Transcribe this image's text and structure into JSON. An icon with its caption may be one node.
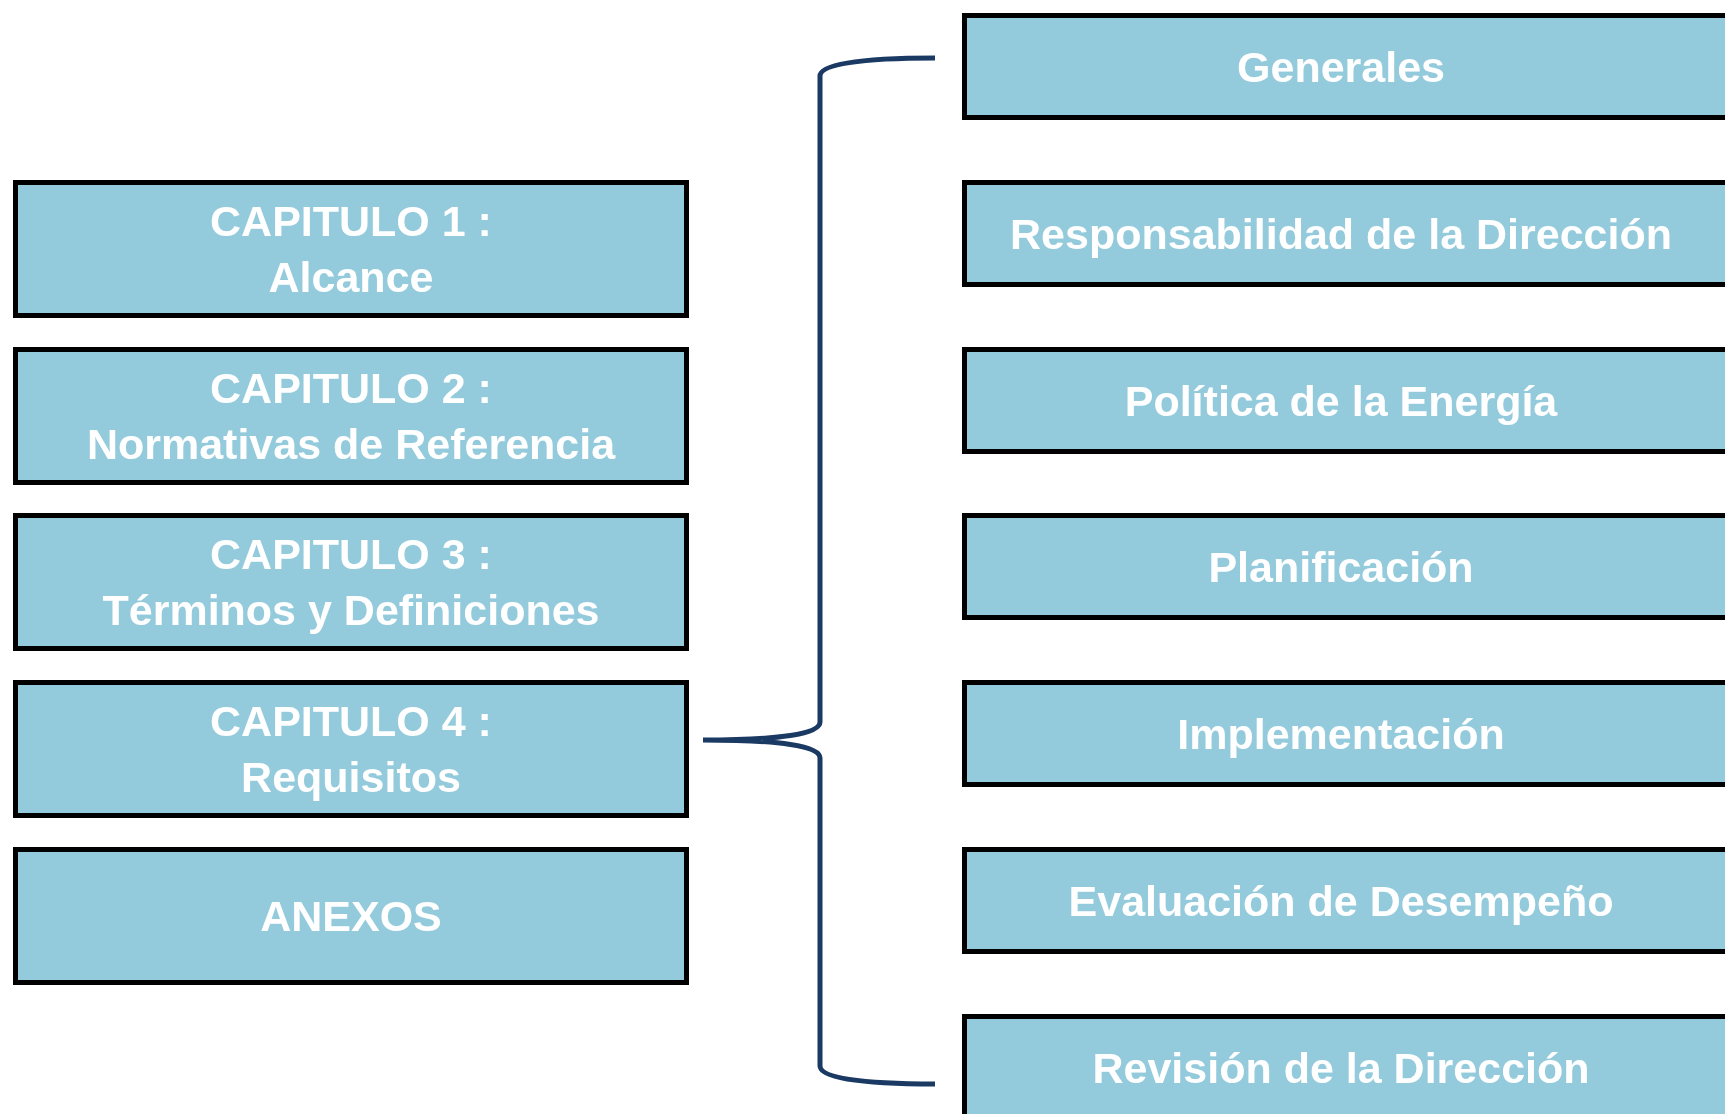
{
  "diagram": {
    "nodes": [
      {
        "text": [
          "CAPITULO 1 :",
          "Alcance"
        ]
      },
      {
        "text": [
          "CAPITULO 2 :",
          "Normativas de Referencia"
        ]
      },
      {
        "text": [
          "CAPITULO 3 :",
          "Términos y Definiciones"
        ]
      },
      {
        "text": [
          "CAPITULO 4 :",
          "Requisitos"
        ]
      },
      {
        "text": [
          "ANEXOS"
        ]
      },
      {
        "text": [
          "Generales"
        ]
      },
      {
        "text": [
          "Responsabilidad de la Dirección"
        ]
      },
      {
        "text": [
          "Política de la Energía"
        ]
      },
      {
        "text": [
          "Planificación"
        ]
      },
      {
        "text": [
          "Implementación"
        ]
      },
      {
        "text": [
          "Evaluación de Desempeño"
        ]
      },
      {
        "text": [
          "Revisión de la Dirección"
        ]
      }
    ]
  }
}
